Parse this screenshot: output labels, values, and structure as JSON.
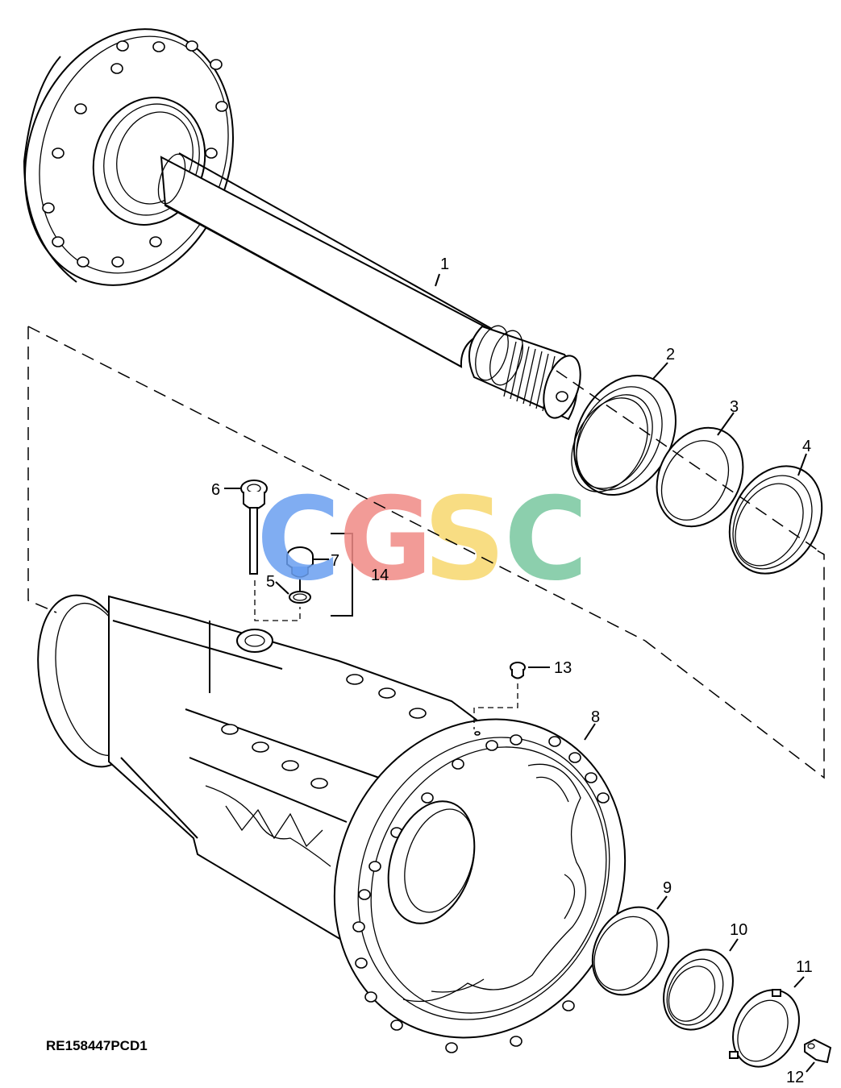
{
  "diagram": {
    "reference_code": "RE158447PCD1",
    "callouts": [
      "1",
      "2",
      "3",
      "4",
      "5",
      "6",
      "7",
      "8",
      "9",
      "10",
      "11",
      "12",
      "13",
      "14"
    ],
    "watermark": {
      "letters": [
        "C",
        "G",
        "S",
        "C"
      ],
      "colors": [
        "#6a9ff0",
        "#f08a86",
        "#f7d86e",
        "#79c79f"
      ]
    }
  }
}
